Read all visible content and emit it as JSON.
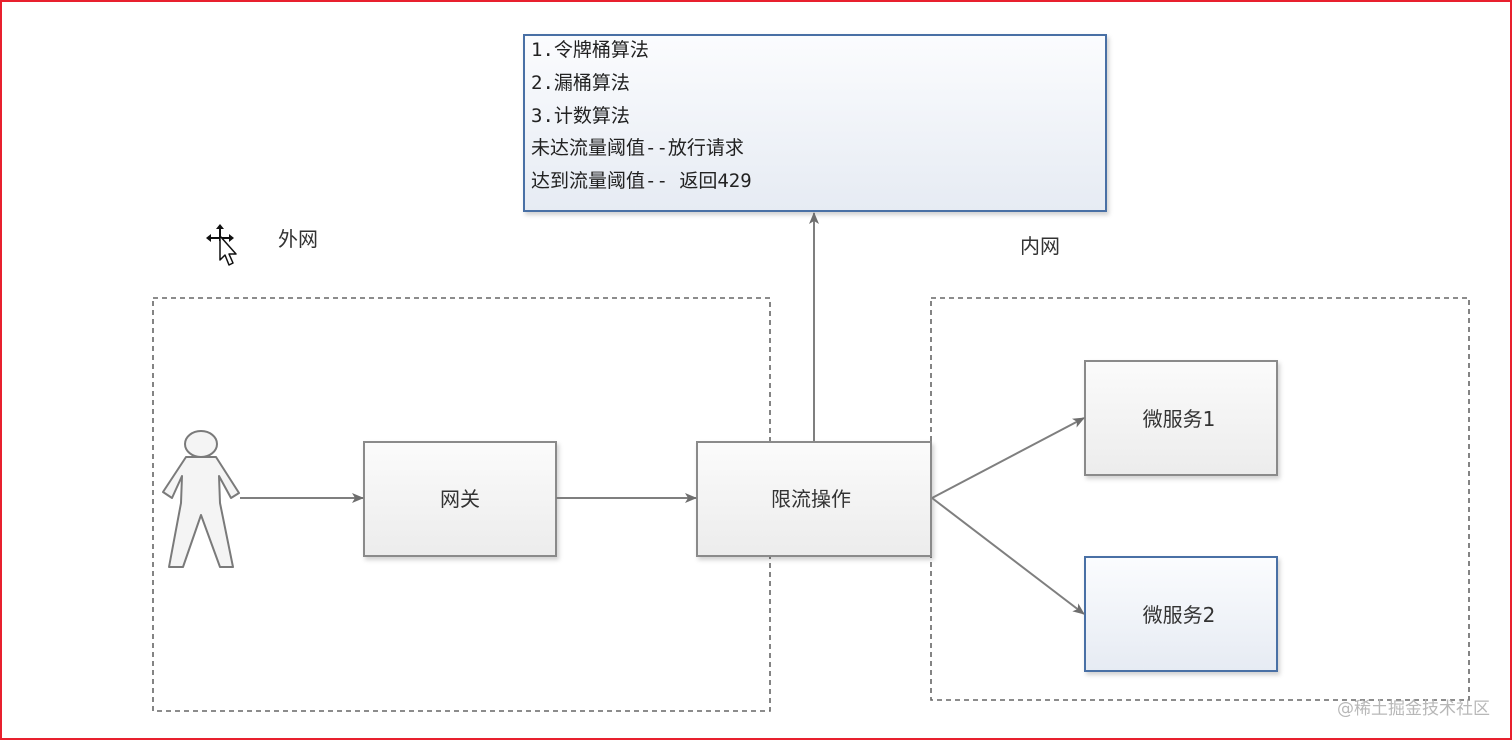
{
  "diagram": {
    "note_lines": [
      "1.令牌桶算法",
      "2.漏桶算法",
      "3.计数算法",
      "未达流量阈值--放行请求",
      "达到流量阈值-- 返回429"
    ],
    "zone_external": "外网",
    "zone_internal": "内网",
    "nodes": {
      "gateway": "网关",
      "rate_limit": "限流操作",
      "service1": "微服务1",
      "service2": "微服务2"
    },
    "actor_icon": "person-icon",
    "cursor_icon": "move-cursor-icon",
    "watermark": "@稀土掘金技术社区"
  },
  "colors": {
    "frame": "#e8202e",
    "line": "#7f7f7f",
    "box_border": "#8a8a8a",
    "blue_border": "#4a6fa5"
  }
}
